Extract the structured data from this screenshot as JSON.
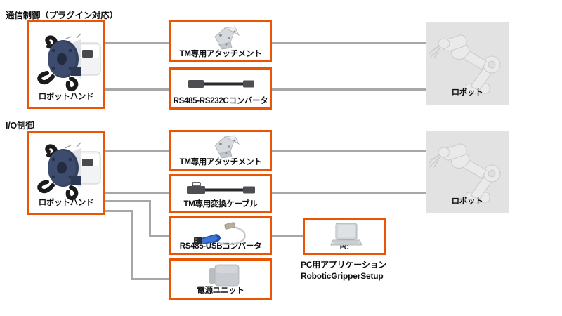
{
  "sections": [
    {
      "id": "comm",
      "title": "通信制御（プラグイン対応）"
    },
    {
      "id": "io",
      "title": "I/O制御"
    }
  ],
  "colors": {
    "box_border": "#ea5504",
    "connector": "#a7a7a7",
    "robot_panel_bg": "#e2e2e2",
    "text": "#111111",
    "hand_body": "#2f3d5c",
    "usb_blue": "#1f4fa8"
  },
  "comm_section": {
    "hand": {
      "label": "ロボットハンド",
      "icon": "robot-hand-icon"
    },
    "middle": [
      {
        "label": "TM専用アタッチメント",
        "icon": "tm-attachment-icon"
      },
      {
        "label": "RS485-RS232Cコンバータ",
        "icon": "rs232c-converter-icon"
      }
    ],
    "robot": {
      "label": "ロボット",
      "icon": "robot-arm-icon"
    }
  },
  "io_section": {
    "hand": {
      "label": "ロボットハンド",
      "icon": "robot-hand-icon"
    },
    "middle": [
      {
        "label": "TM専用アタッチメント",
        "icon": "tm-attachment-icon"
      },
      {
        "label": "TM専用変換ケーブル",
        "icon": "tm-cable-icon"
      },
      {
        "label": "RS485-USBコンバータ",
        "icon": "rs485-usb-converter-icon"
      },
      {
        "label": "電源ユニット",
        "icon": "power-unit-icon"
      }
    ],
    "robot": {
      "label": "ロボット",
      "icon": "robot-arm-icon"
    },
    "pc": {
      "label": "PC",
      "icon": "laptop-icon",
      "caption_line1": "PC用アプリケーション",
      "caption_line2": "RoboticGripperSetup"
    }
  }
}
